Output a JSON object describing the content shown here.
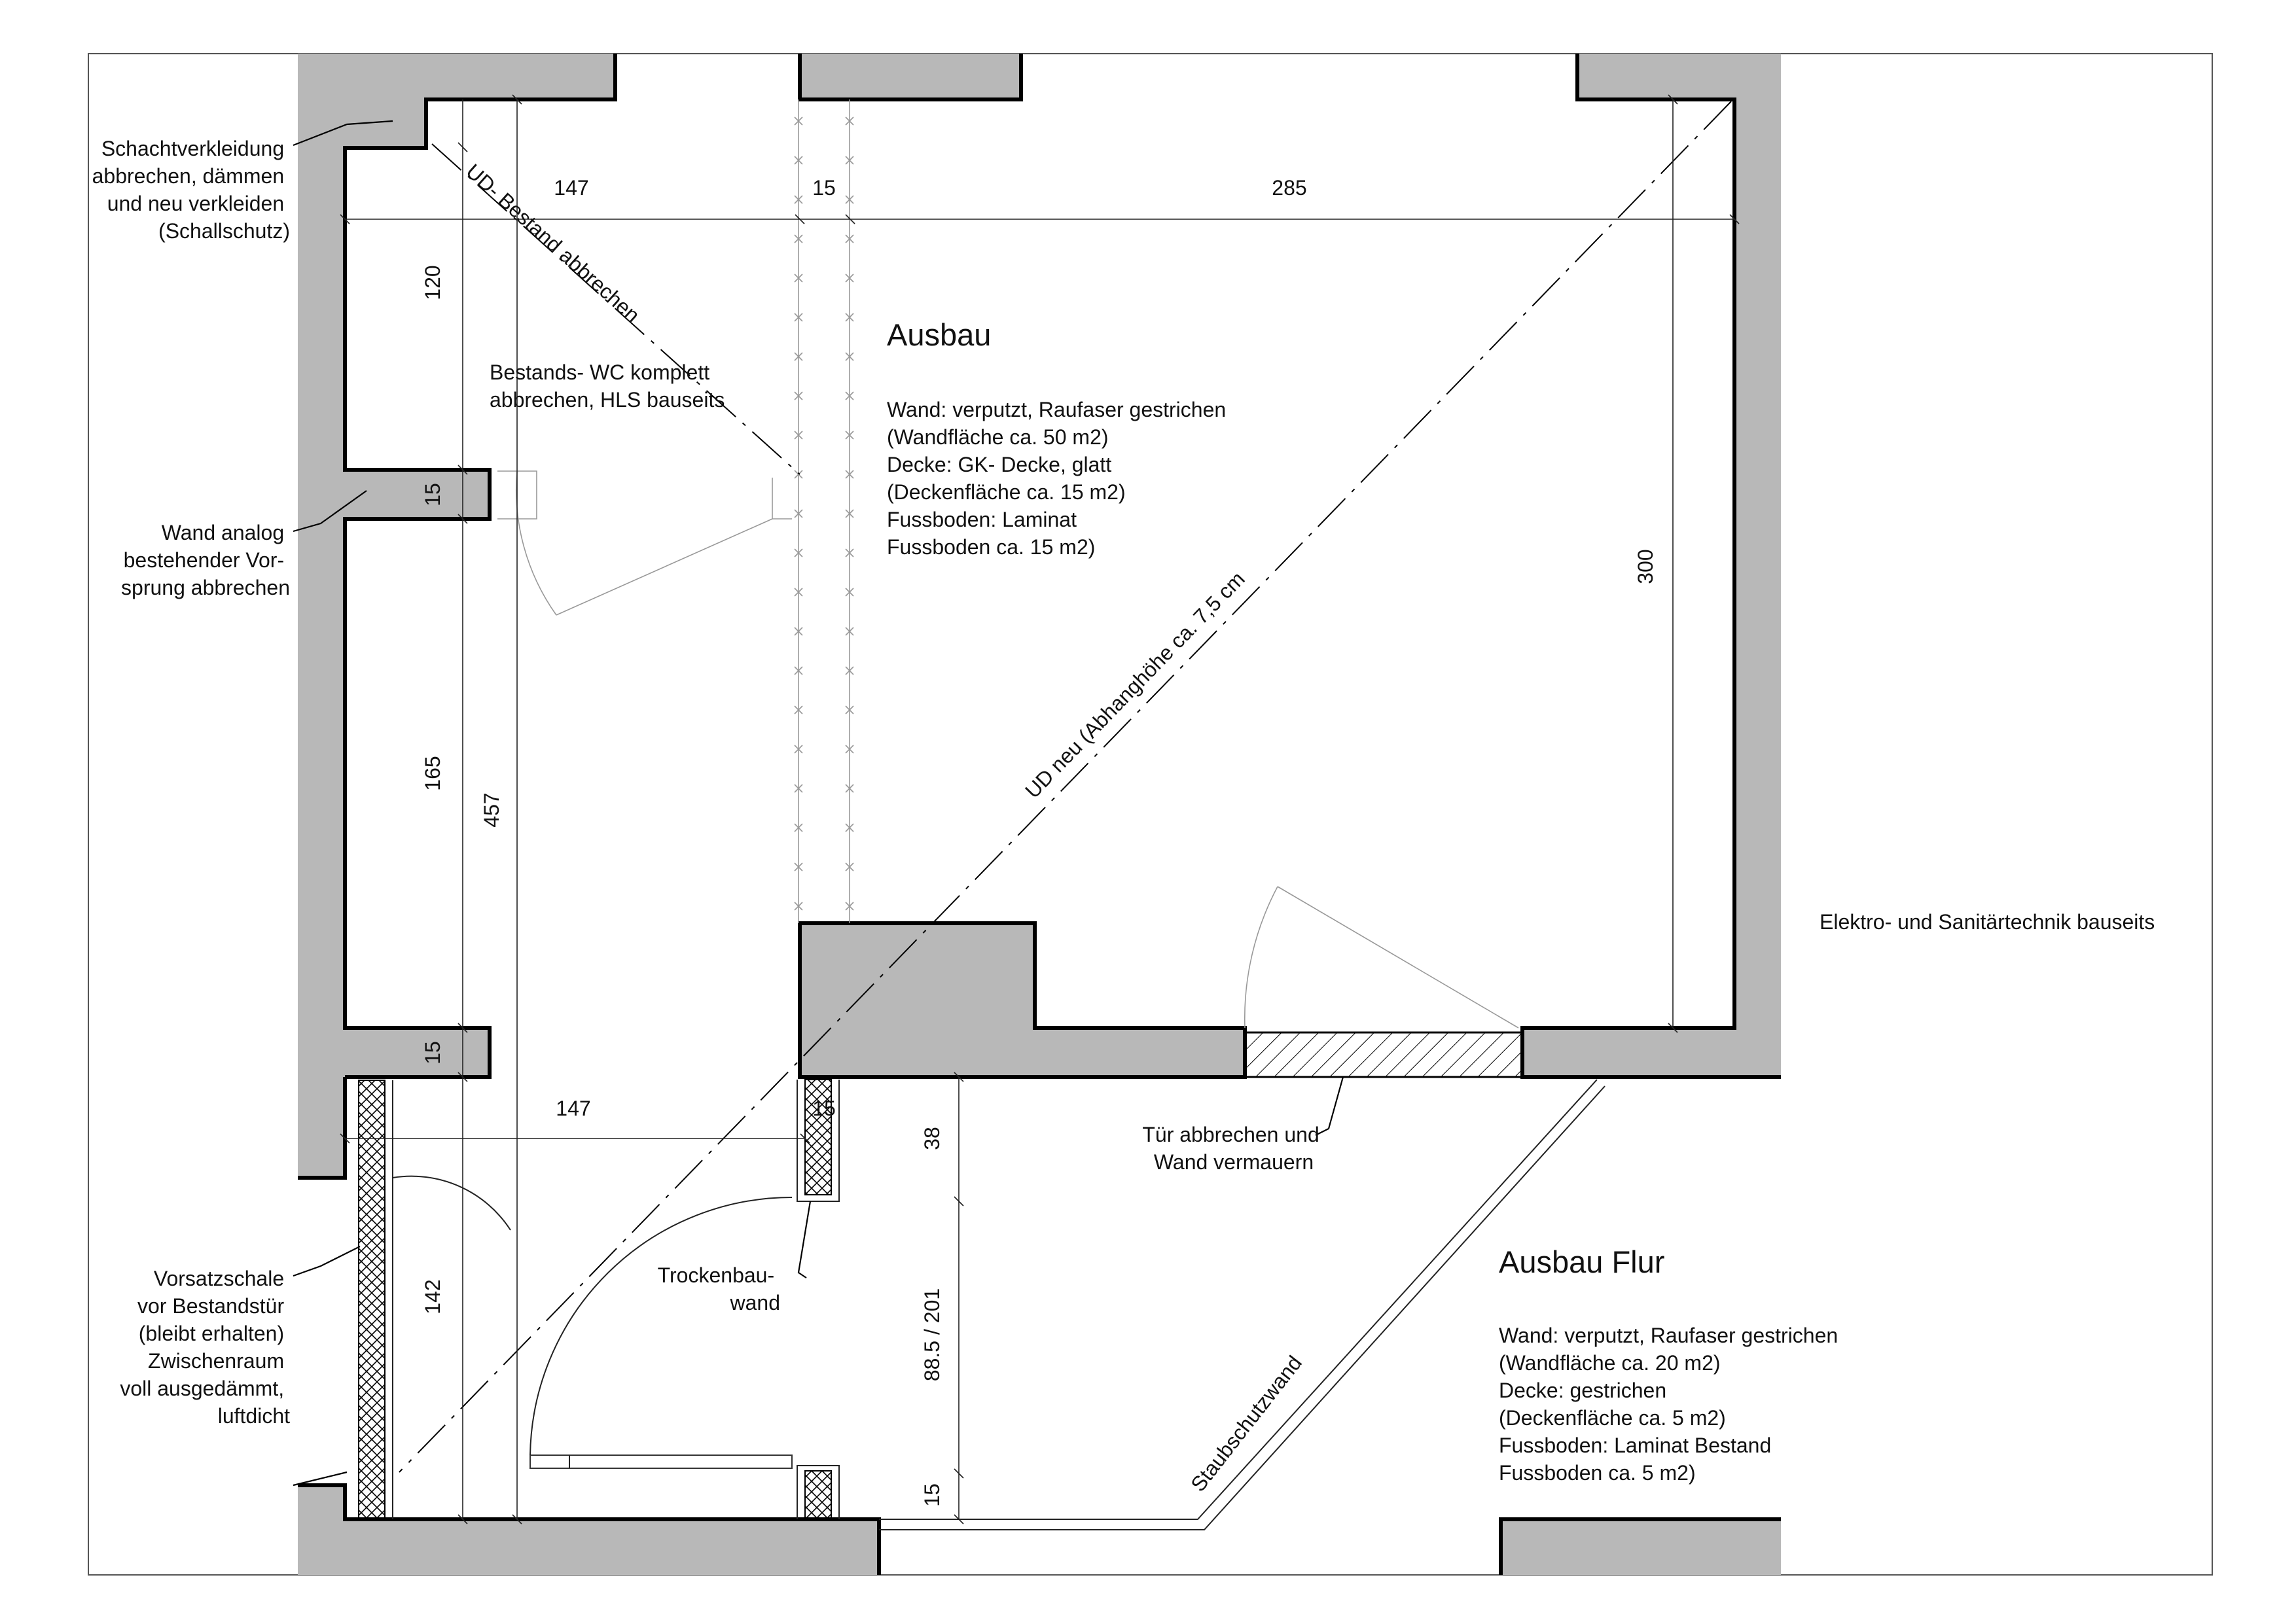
{
  "notes": {
    "schacht": [
      "Schachtverkleidung",
      "abbrechen, dämmen",
      "und neu verkleiden",
      "(Schallschutz)"
    ],
    "wand_analog": [
      "Wand analog",
      "bestehender Vor-",
      "sprung abbrechen"
    ],
    "vorsatzschale": [
      "Vorsatzschale",
      "vor Bestandstür",
      "(bleibt erhalten)",
      "Zwischenraum",
      "voll ausgedämmt,",
      "luftdicht"
    ],
    "ud_bestand": "UD- Bestand abbrechen",
    "wc": [
      "Bestands- WC komplett",
      "abbrechen, HLS bauseits"
    ],
    "ud_neu": "UD neu (Abhanghöhe ca. 7,5 cm",
    "trockenbau": [
      "Trockenbau-",
      "wand"
    ],
    "tuer": [
      "Tür abbrechen und",
      "Wand vermauern"
    ],
    "staubschutz": "Staubschutzwand",
    "elektro": "Elektro- und Sanitärtechnik bauseits"
  },
  "rooms": {
    "ausbau": {
      "title": "Ausbau",
      "lines": [
        "Wand: verputzt, Raufaser gestrichen",
        "(Wandfläche ca. 50 m2)",
        "Decke: GK- Decke, glatt",
        "(Deckenfläche ca. 15 m2)",
        "Fussboden: Laminat",
        "Fussboden ca. 15 m2)"
      ]
    },
    "flur": {
      "title": "Ausbau Flur",
      "lines": [
        "Wand: verputzt, Raufaser gestrichen",
        "(Wandfläche ca. 20 m2)",
        "Decke: gestrichen",
        "(Deckenfläche ca. 5 m2)",
        "Fussboden: Laminat Bestand",
        "Fussboden ca. 5 m2)"
      ]
    }
  },
  "dimensions": {
    "top_left_width": "147",
    "top_mid_width": "15",
    "top_right_width": "285",
    "left_upper_height": "120",
    "left_wall_a": "15",
    "left_middle_height": "165",
    "left_total_height": "457",
    "left_wall_b": "15",
    "lower_width": "147",
    "lower_wall": "15",
    "lower_left_height": "142",
    "door_top": "38",
    "door_opening": "88.5 / 201",
    "door_bottom": "15",
    "right_height": "300"
  }
}
